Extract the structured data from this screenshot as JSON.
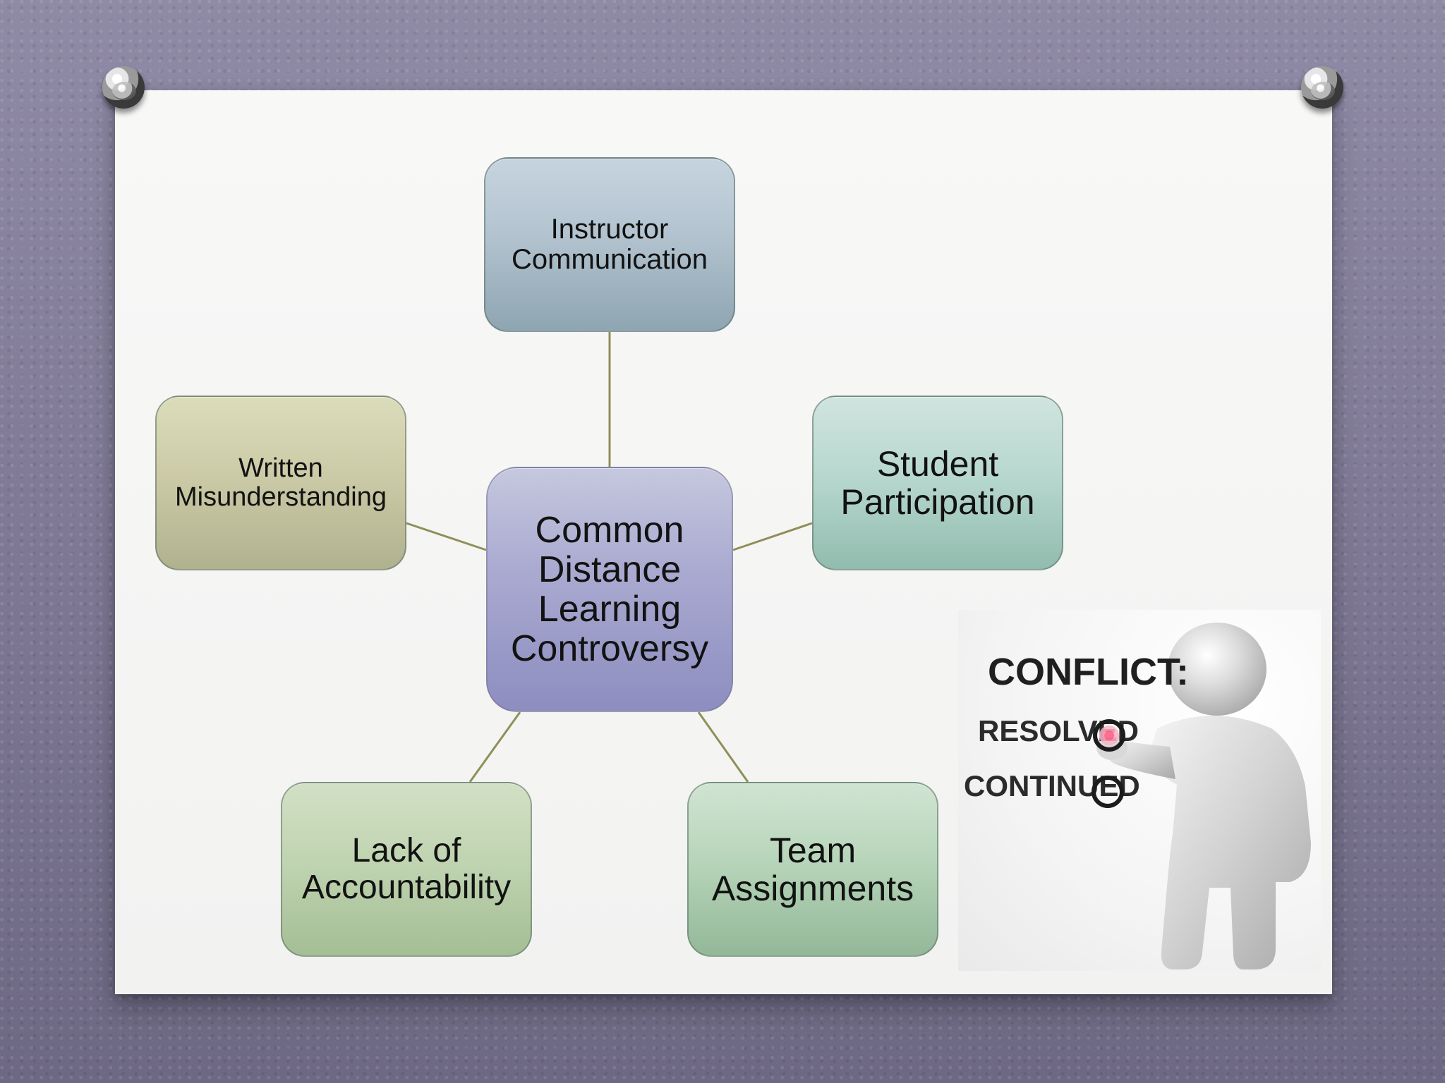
{
  "diagram": {
    "nodes": {
      "instructor": "Instructor\nCommunication",
      "written": "Written\nMisunderstanding",
      "student": "Student\nParticipation",
      "center": "Common\nDistance\nLearning\nControversy",
      "lack": "Lack of\nAccountability",
      "team": "Team\nAssignments"
    }
  },
  "image": {
    "heading": "CONFLICT:",
    "option_1": "RESOLVED",
    "option_2": "CONTINUED",
    "icon": "stick-figure-with-checkbox-icon"
  },
  "colors": {
    "background": "#8f8aa5",
    "board": "#f8f8f7",
    "line": "#8f8f58"
  }
}
